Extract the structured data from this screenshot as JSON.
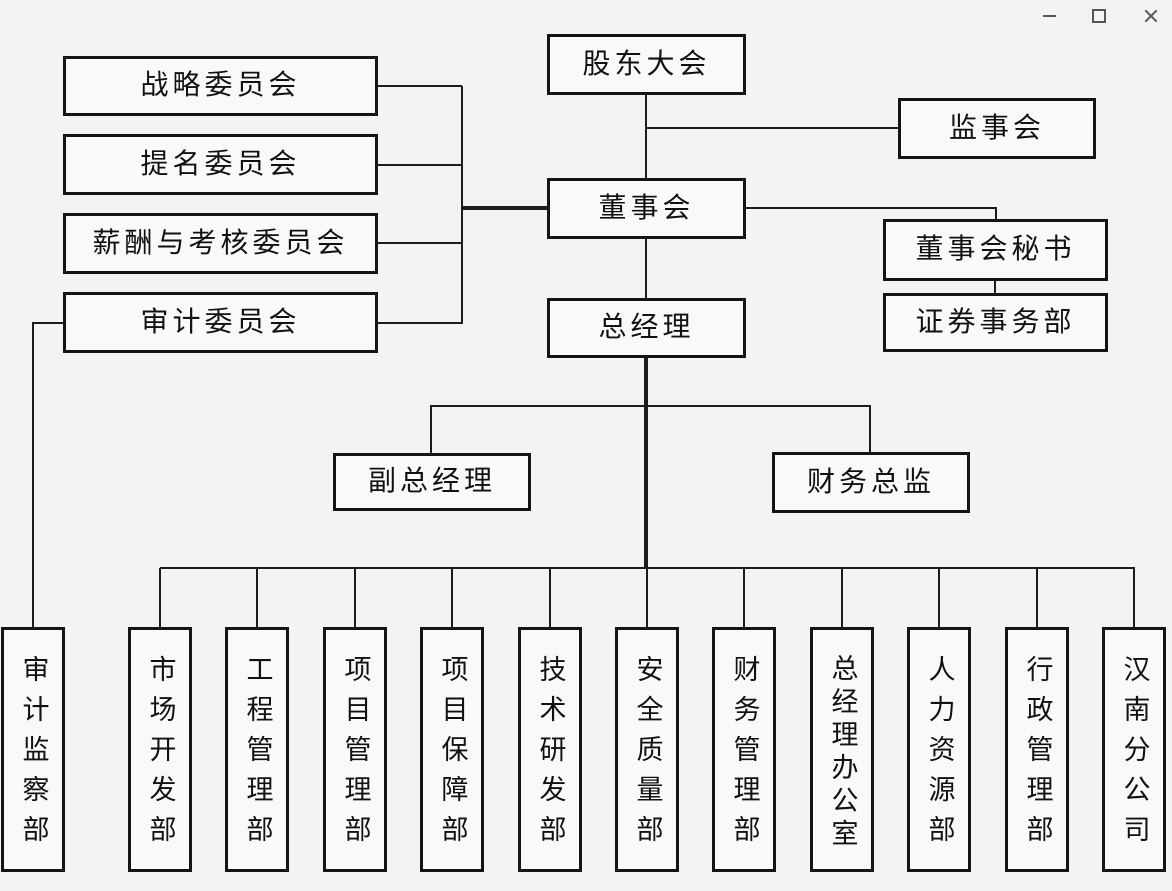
{
  "window": {
    "controls": {
      "minimize_icon": "minimize-icon",
      "maximize_icon": "maximize-icon",
      "close_icon": "close-icon"
    }
  },
  "colors": {
    "background": "#f3f3f3",
    "node_fill": "#f9f9f9",
    "node_border": "#141414",
    "line": "#1c1c1c",
    "control_icon": "#565656"
  },
  "chart": {
    "type": "org-chart",
    "nodes": {
      "shareholders": "股东大会",
      "supervisory_board": "监事会",
      "board": "董事会",
      "board_secretary": "董事会秘书",
      "securities_dept": "证券事务部",
      "strategy_committee": "战略委员会",
      "nomination_committee": "提名委员会",
      "remuneration_committee": "薪酬与考核委员会",
      "audit_committee": "审计委员会",
      "general_manager": "总经理",
      "deputy_general_manager": "副总经理",
      "finance_director": "财务总监"
    },
    "departments": [
      "审计监察部",
      "市场开发部",
      "工程管理部",
      "项目管理部",
      "项目保障部",
      "技术研发部",
      "安全质量部",
      "财务管理部",
      "总经理办公室",
      "人力资源部",
      "行政管理部",
      "汉南分公司"
    ],
    "edges": [
      "股东大会 → 董事会",
      "股东大会 → 监事会",
      "董事会 → 战略委员会",
      "董事会 → 提名委员会",
      "董事会 → 薪酬与考核委员会",
      "董事会 → 审计委员会",
      "董事会 → 董事会秘书",
      "董事会秘书 → 证券事务部",
      "董事会 → 总经理",
      "总经理 → 副总经理",
      "总经理 → 财务总监",
      "审计委员会 → 审计监察部",
      "总经理 → 市场开发部",
      "总经理 → 工程管理部",
      "总经理 → 项目管理部",
      "总经理 → 项目保障部",
      "总经理 → 技术研发部",
      "总经理 → 安全质量部",
      "总经理 → 财务管理部",
      "总经理 → 总经理办公室",
      "总经理 → 人力资源部",
      "总经理 → 行政管理部",
      "总经理 → 汉南分公司"
    ]
  }
}
